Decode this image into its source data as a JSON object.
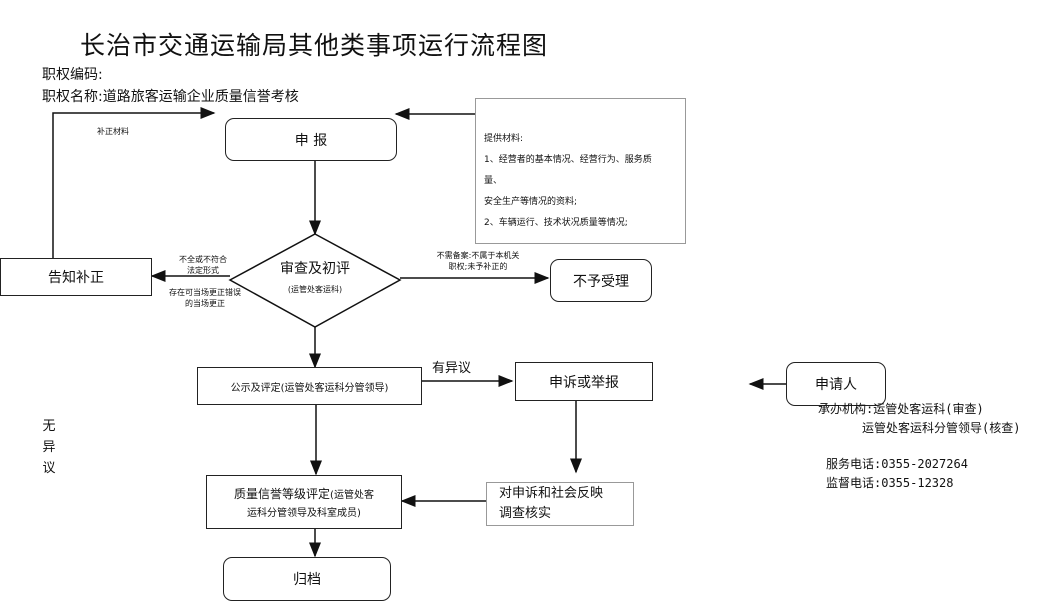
{
  "title": "长治市交通运输局其他类事项运行流程图",
  "authority_code_label": "职权编码:",
  "authority_name_label": "职权名称:道路旅客运输企业质量信誉考核",
  "nodes": {
    "declare": "申  报",
    "review": "审查及初评",
    "review_sub": "(运管处客运科)",
    "notify": "告知补正",
    "reject": "不予受理",
    "publicity": "公示及评定(运管处客运科分管领导)",
    "complaint": "申诉或举报",
    "applicant": "申请人",
    "grade_main": "质量信誉等级评定",
    "grade_sub1": "(运管处客",
    "grade_sub2": "运科分管领导及科室成员)",
    "investigate_line1": "对申诉和社会反映",
    "investigate_line2": "调查核实",
    "archive": "归档"
  },
  "labels": {
    "supplement_materials": "补正材料",
    "incomplete_1": "不全或不符合",
    "incomplete_2": "法定形式",
    "onsite_1": "存在可当场更正错误",
    "onsite_2": "的当场更正",
    "no_record_1": "不需备案:不属于本机关",
    "no_record_2": "职权;未予补正的",
    "has_objection": "有异议",
    "no_objection": [
      "无",
      "异",
      "议"
    ]
  },
  "materials": {
    "heading": "提供材料:",
    "lines": [
      "1、经营者的基本情况、经营行为、服务质",
      "量、",
      "安全生产等情况的资料;",
      "2、车辆运行、技术状况质量等情况;"
    ]
  },
  "contact": {
    "agency_label": "承办机构:",
    "agency_1": "运管处客运科(审查)",
    "agency_2": "运管处客运科分管领导(核查)",
    "service_phone": "服务电话:0355-2027264",
    "supervise_phone": "监督电话:0355-12328"
  }
}
